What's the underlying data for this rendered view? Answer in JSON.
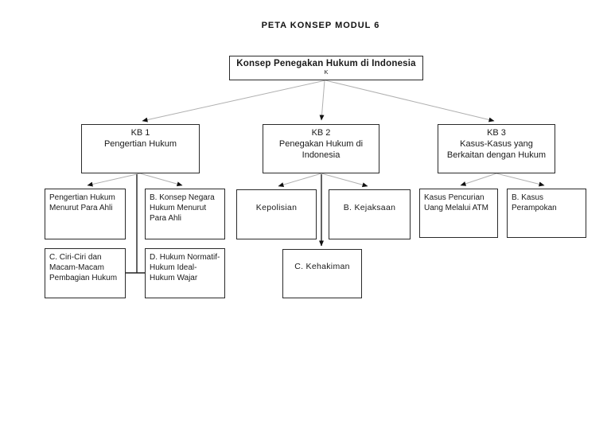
{
  "page_title": "PETA KONSEP MODUL 6",
  "diagram": {
    "root": {
      "title": "Konsep Penegakan Hukum di Indonesia",
      "tag": "K"
    },
    "kb": [
      {
        "label": "KB 1\nPengertian Hukum"
      },
      {
        "label": "KB 2\nPenegakan Hukum di\nIndonesia"
      },
      {
        "label": "KB 3\nKasus-Kasus yang\nBerkaitan dengan Hukum"
      }
    ],
    "kb1_children": [
      {
        "label": "Pengertian Hukum\nMenurut Para Ahli"
      },
      {
        "label": "B. Konsep Negara\nHukum Menurut\nPara Ahli"
      },
      {
        "label": "C. Ciri-Ciri dan\nMacam-Macam\nPembagian Hukum"
      },
      {
        "label": "D. Hukum Normatif-\nHukum Ideal-\nHukum Wajar"
      }
    ],
    "kb2_children": [
      {
        "label": "Kepolisian"
      },
      {
        "label": "B.  Kejaksaan"
      },
      {
        "label": "C.  Kehakiman"
      }
    ],
    "kb3_children": [
      {
        "label": "Kasus  Pencurian\nUang Melalui ATM"
      },
      {
        "label": "B. Kasus\nPerampokan"
      }
    ],
    "colors": {
      "line_gray": "#b0b0b0",
      "line_black": "#222222",
      "arrowhead": "#111111",
      "border": "#2a2a2a"
    }
  }
}
